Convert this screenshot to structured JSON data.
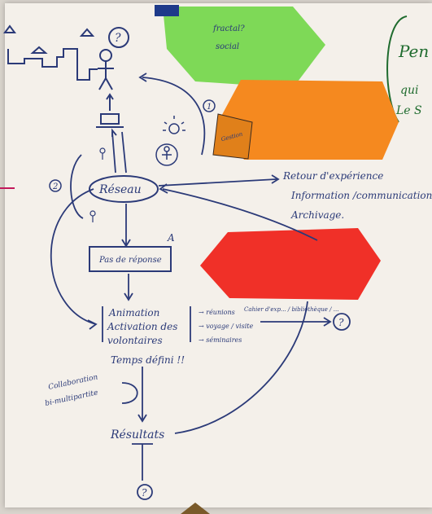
{
  "flipchart": {
    "left_annotations": {
      "circled_2": "2"
    },
    "top_figure": {
      "question_mark": "?"
    },
    "arrow_note_1": "1",
    "reseau": "Réseau",
    "right_outputs": [
      "Retour d'expérience",
      "Information /communication",
      "Archivage."
    ],
    "pas_de_reponse": "Pas de réponse",
    "pas_de_reponse_mark": "A",
    "actions": [
      "Animation",
      "Activation des",
      "volontaires"
    ],
    "temps": "Temps défini !!",
    "sub_actions": [
      "→ réunions",
      "→ voyage / visite",
      "→ séminaires"
    ],
    "question_right": "?",
    "collaboration": [
      "Collaboration",
      "bi-multipartite"
    ],
    "resultats": "Résultats",
    "question_bottom": "?",
    "green_right": [
      "Pen",
      "qui",
      "Le S"
    ],
    "green_note": [
      "fractal?",
      "social"
    ],
    "red_note_line": "Cahier d'exp... / bibliothèque / ..."
  },
  "colors": {
    "ink": "#2b3a78",
    "green_sticky": "#7ed957",
    "orange_sticky": "#f5891f",
    "red_sticky": "#f03028",
    "paper": "#f4f0ea"
  }
}
